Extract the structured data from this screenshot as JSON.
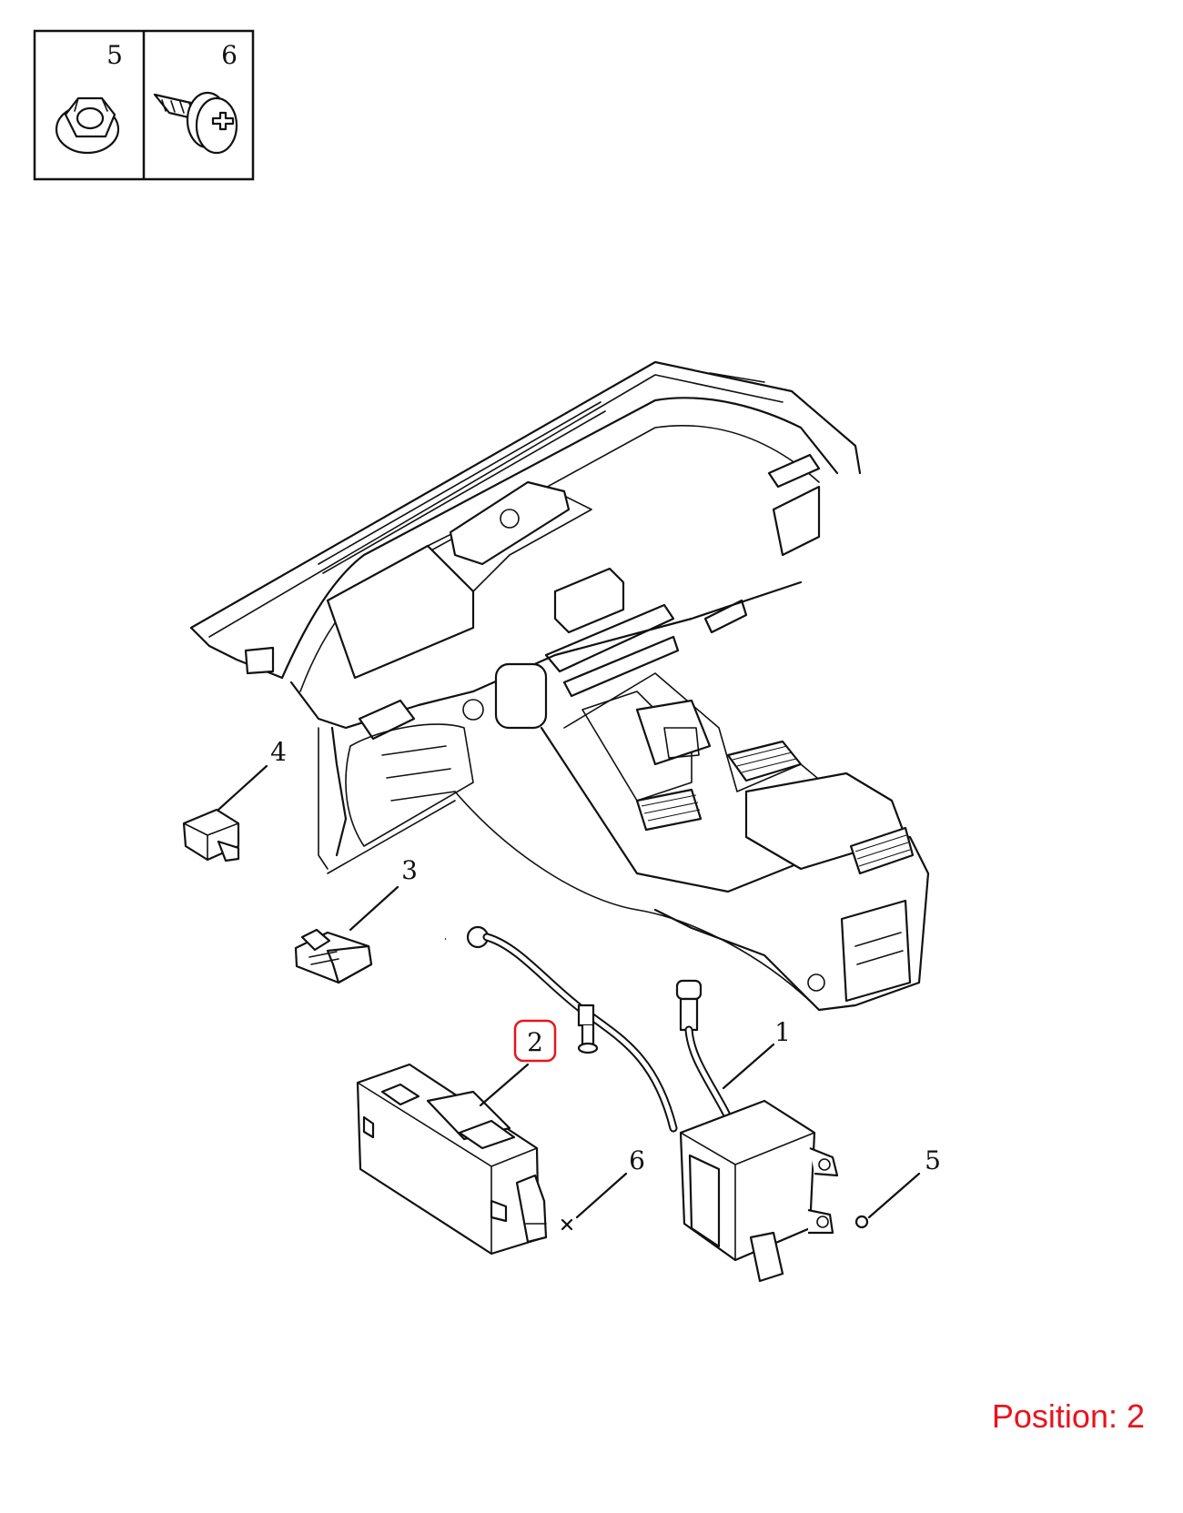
{
  "legend": {
    "items": [
      {
        "number": "5",
        "icon": "flange-nut-icon"
      },
      {
        "number": "6",
        "icon": "self-tapping-screw-icon"
      }
    ]
  },
  "callouts": {
    "part1": "1",
    "part2": "2",
    "part3": "3",
    "part4": "4",
    "part5": "5",
    "part6": "6"
  },
  "highlight": {
    "callout": "2",
    "color": "#e8141c"
  },
  "position": {
    "text": "Position: 2"
  }
}
